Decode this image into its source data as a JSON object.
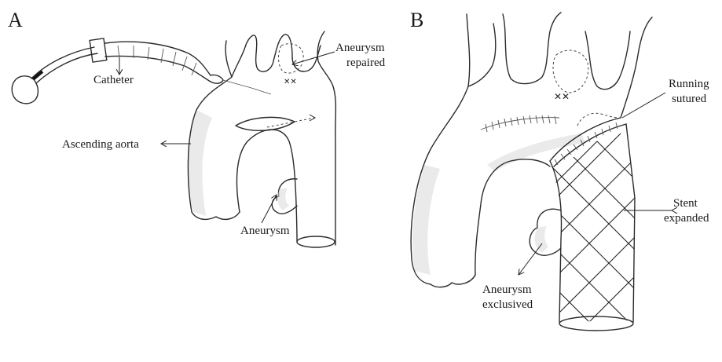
{
  "panels": {
    "a": {
      "letter": "A"
    },
    "b": {
      "letter": "B"
    }
  },
  "labels": {
    "catheter": "Catheter",
    "ascending_aorta": "Ascending aorta",
    "aneurysm_repaired_1": "Aneurysm",
    "aneurysm_repaired_2": "repaired",
    "aneurysm": "Aneurysm",
    "running_sutured_1": "Running",
    "running_sutured_2": "sutured",
    "stent_expanded_1": "Stent",
    "stent_expanded_2": "expanded",
    "aneurysm_exclusived_1": "Aneurysm",
    "aneurysm_exclusived_2": "exclusived"
  }
}
